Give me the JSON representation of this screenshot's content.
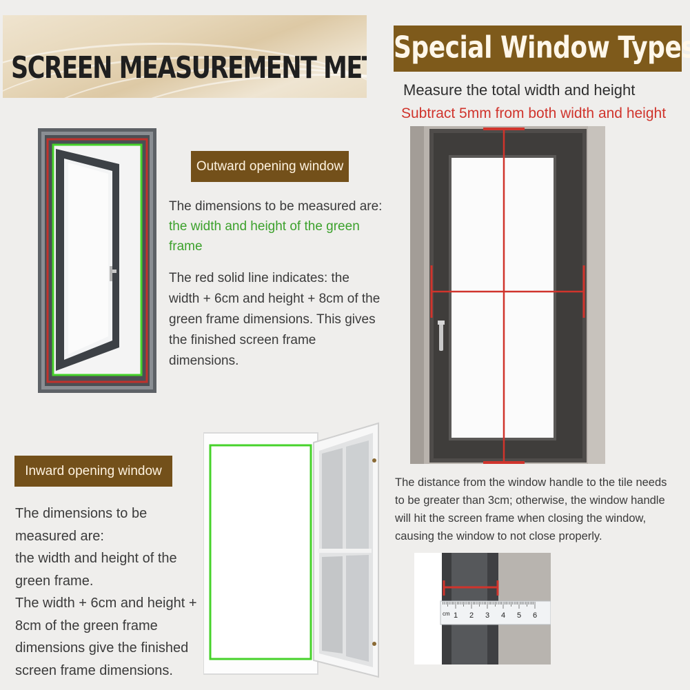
{
  "left_header": {
    "title": "SCREEN MEASUREMENT METHOD"
  },
  "right_header": {
    "title": "Special Window Types",
    "measure_text": "Measure the total width and height",
    "subtract_text": "Subtract 5mm from both width and height"
  },
  "outward": {
    "label": "Outward opening window",
    "desc_intro": "The dimensions to be measured are:",
    "desc_green": "the width and height of the green frame",
    "desc_red": "The red solid line indicates: the width + 6cm and height + 8cm of the green frame dimensions. This gives the finished screen frame dimensions."
  },
  "inward": {
    "label": "Inward opening window",
    "desc_1": "The dimensions to be measured are:",
    "desc_2": "the width and height of the green frame.",
    "desc_3": "The width + 6cm and height + 8cm of the green frame dimensions give the finished screen frame dimensions."
  },
  "special": {
    "handle_note": "The distance from the window handle to the tile needs to be greater than 3cm; otherwise, the window handle will hit the screen frame when closing the window, causing the window to not close properly.",
    "ruler_unit": "cm",
    "ruler_ticks": [
      "1",
      "2",
      "3",
      "4",
      "5",
      "6"
    ]
  },
  "colors": {
    "brown_label": "#73501a",
    "brown_header": "#7e5a1b",
    "green_frame": "#46d22a",
    "red_line": "#d0342c"
  }
}
